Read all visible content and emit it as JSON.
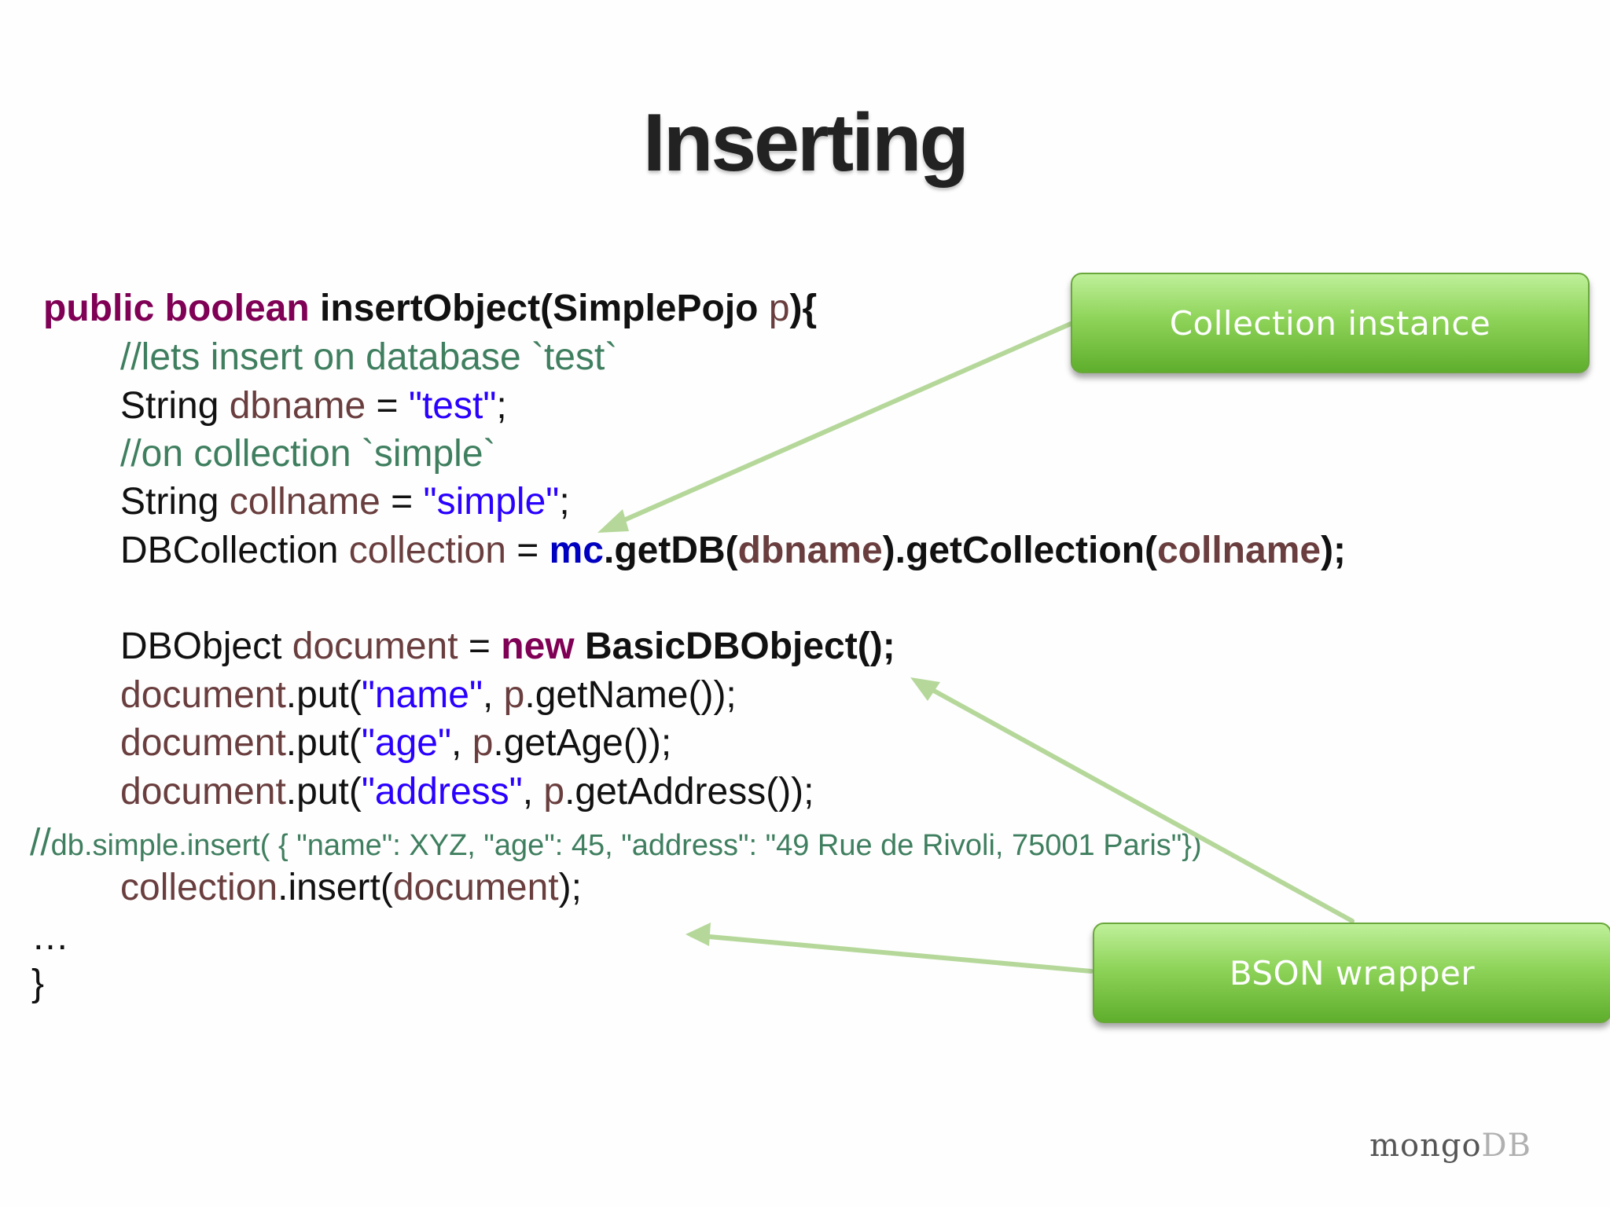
{
  "slide": {
    "title": "Inserting"
  },
  "code": {
    "l1": {
      "public": "public",
      "boolean": "boolean",
      "method": "insertObject(SimplePojo",
      "param": "p",
      "close": "){"
    },
    "l2": {
      "comment": "//lets insert on database `test`"
    },
    "l3": {
      "type": "String",
      "var": "dbname",
      "eq": " = ",
      "str": "\"test\"",
      "semi": ";"
    },
    "l4": {
      "comment": "//on collection `simple`"
    },
    "l5": {
      "type": "String",
      "var": "collname",
      "eq": " = ",
      "str": "\"simple\"",
      "semi": ";"
    },
    "l6": {
      "type": "DBCollection",
      "var": "collection",
      "eq": " = ",
      "field": "mc",
      "getdb": ".getDB(",
      "arg1": "dbname",
      "getcoll": ").getCollection(",
      "arg2": "collname",
      "end": ");"
    },
    "l7": {
      "type": "DBObject",
      "var": "document",
      "eq": " = ",
      "new": "new",
      "ctor": "BasicDBObject();"
    },
    "l8": {
      "obj": "document",
      "put": ".put(",
      "key": "\"name\"",
      "comma": ", ",
      "p": "p",
      "call": ".getName());"
    },
    "l9": {
      "obj": "document",
      "put": ".put(",
      "key": "\"age\"",
      "comma": ", ",
      "p": "p",
      "call": ".getAge());"
    },
    "l10": {
      "obj": "document",
      "put": ".put(",
      "key": "\"address\"",
      "comma": ", ",
      "p": "p",
      "call": ".getAddress());"
    },
    "l11": {
      "slashes": "//",
      "rest": "db.simple.insert( { \"name\": XYZ, \"age\": 45, \"address\": \"49 Rue de Rivoli, 75001 Paris\"})"
    },
    "l12": {
      "obj": "collection",
      "insert": ".insert(",
      "arg": "document",
      "end": ");"
    },
    "l13": {
      "ellipsis": "…"
    },
    "l14": {
      "brace": "}"
    }
  },
  "callouts": {
    "collection": "Collection instance",
    "bson": "BSON wrapper"
  },
  "brand": {
    "mongo": "mongo",
    "db": "DB"
  },
  "colors": {
    "keyword": "#7f0055",
    "string": "#2a00ff",
    "comment": "#3f7f5f",
    "variable": "#6a3e3e",
    "field": "#0000c0",
    "callout_green": "#7cc447",
    "arrow_green": "#b5d89a"
  }
}
